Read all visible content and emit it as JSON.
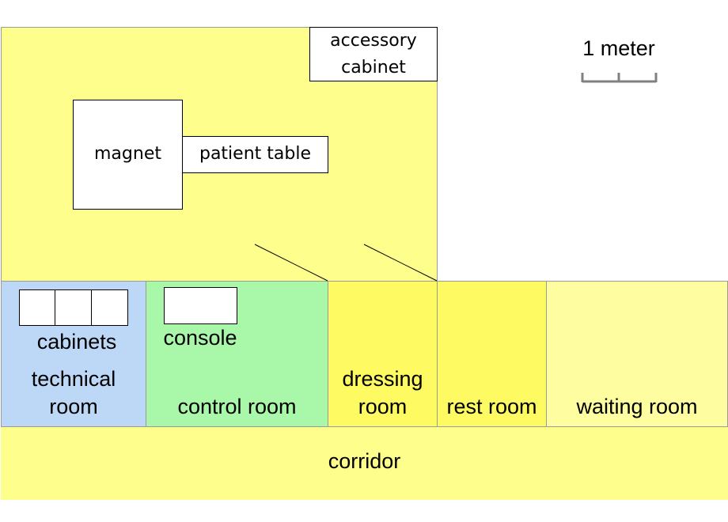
{
  "scale": {
    "label": "1 meter"
  },
  "equipment": {
    "accessory_cabinet": {
      "line1": "accessory",
      "line2": "cabinet"
    },
    "magnet": "magnet",
    "patient_table": "patient table",
    "cabinets": "cabinets",
    "console": "console"
  },
  "rooms": {
    "technical": {
      "line1": "technical",
      "line2": "room",
      "color": "#bdd7f7"
    },
    "control": {
      "label": "control room",
      "color": "#a9f7a9"
    },
    "dressing": {
      "line1": "dressing",
      "line2": "room",
      "color": "#fdfb61"
    },
    "rest": {
      "label": "rest room",
      "color": "#fdfb61"
    },
    "waiting": {
      "label": "waiting room",
      "color": "#fefea1"
    },
    "corridor": {
      "label": "corridor",
      "color": "#fefe8c"
    },
    "scanner": {
      "color": "#fefe8c"
    }
  }
}
